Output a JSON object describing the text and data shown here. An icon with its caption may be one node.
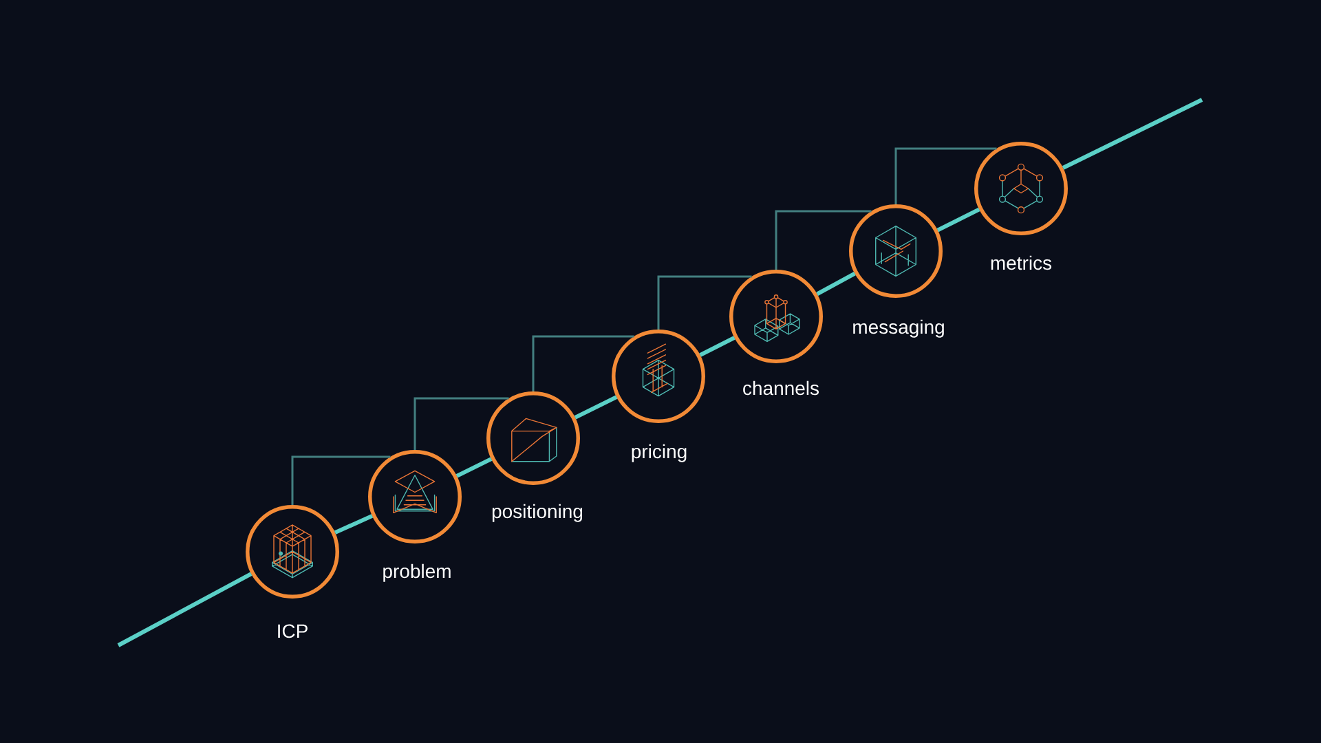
{
  "diagram": {
    "nodes": [
      {
        "text": [
          "ICP"
        ]
      },
      {
        "text": [
          "problem"
        ]
      },
      {
        "text": [
          "positioning"
        ]
      },
      {
        "text": [
          "pricing"
        ]
      },
      {
        "text": [
          "channels"
        ]
      },
      {
        "text": [
          "messaging"
        ]
      },
      {
        "text": [
          "metrics"
        ]
      }
    ],
    "edges": [
      {
        "from": null,
        "to": 0,
        "arrow": "none"
      },
      {
        "from": 0,
        "to": 1,
        "arrow": "none"
      },
      {
        "from": 1,
        "to": 2,
        "arrow": "none"
      },
      {
        "from": 2,
        "to": 3,
        "arrow": "none"
      },
      {
        "from": 3,
        "to": 4,
        "arrow": "none"
      },
      {
        "from": 4,
        "to": 5,
        "arrow": "none"
      },
      {
        "from": 5,
        "to": 6,
        "arrow": "none"
      },
      {
        "from": 6,
        "to": null,
        "arrow": "none"
      },
      {
        "from": 0,
        "to": 1,
        "arrow": "none",
        "color": "#437f80"
      },
      {
        "from": 1,
        "to": 2,
        "arrow": "none",
        "color": "#437f80"
      },
      {
        "from": 2,
        "to": 3,
        "arrow": "none",
        "color": "#437f80"
      },
      {
        "from": 3,
        "to": 4,
        "arrow": "none",
        "color": "#437f80"
      },
      {
        "from": 4,
        "to": 5,
        "arrow": "none",
        "color": "#437f80"
      },
      {
        "from": 5,
        "to": 6,
        "arrow": "none",
        "color": "#437f80"
      }
    ]
  }
}
